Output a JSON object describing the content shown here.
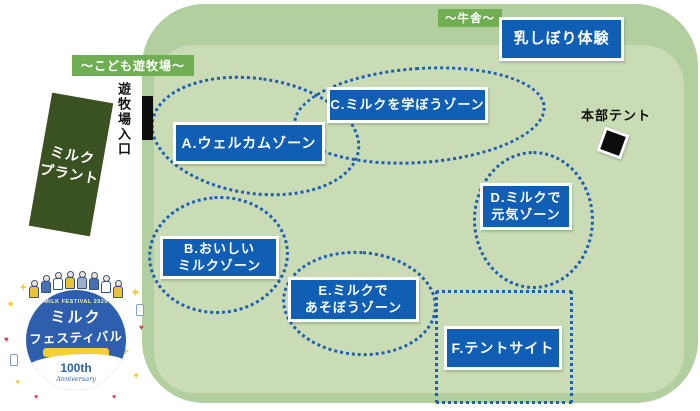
{
  "colors": {
    "field_outer": "#b2cfa0",
    "field_inner": "#c9dcb5",
    "zone_box_blue": "#115fb5",
    "zone_dot_blue": "#1e5eb5",
    "tag_green": "#6fae53",
    "plant_green": "#3a5222",
    "logo_blue": "#2d5fae",
    "ribbon_yellow": "#f3cf33"
  },
  "map": {
    "kodomo_tag": "～こども遊牧場～",
    "gyusha_tag": "～牛舎～",
    "entrance_label": "遊牧場入口",
    "plant": {
      "line1": "ミルク",
      "line2": "プラント"
    },
    "milking_label": "乳しぼり体験",
    "hq_label": "本部テント",
    "zones": {
      "a": {
        "line1": "A.ウェルカムゾーン"
      },
      "b": {
        "line1": "B.おいしい",
        "line2": "ミルクゾーン"
      },
      "c": {
        "line1": "C.ミルクを学ぼうゾーン"
      },
      "d": {
        "line1": "D.ミルクで",
        "line2": "元気ゾーン"
      },
      "e": {
        "line1": "E.ミルクで",
        "line2": "あそぼうゾーン"
      },
      "f": {
        "line1": "F.テントサイト"
      }
    }
  },
  "logo": {
    "arc_text": "MILK FESTIVAL 2025",
    "title_line1": "ミルク",
    "title_line2": "フェスティバル",
    "anniv_number": "100th",
    "anniv_word": "Anniversary",
    "icons": {
      "sparkle": "✦",
      "heart": "♥",
      "plus": "✚",
      "star": "★"
    }
  }
}
